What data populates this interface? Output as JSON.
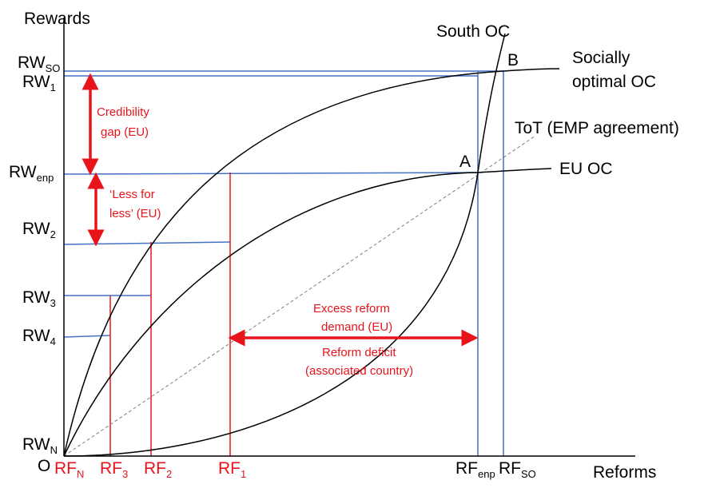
{
  "colors": {
    "axis": "#000000",
    "blue_guides": "#4472c4",
    "red_guides": "#e8141b",
    "curve": "#000000",
    "tot_line": "#7f7f7f"
  },
  "axes": {
    "y_label": "Rewards",
    "x_label": "Reforms",
    "origin": "O"
  },
  "y_ticks": {
    "rw_so": {
      "main": "RW",
      "sub": "SO"
    },
    "rw_1": {
      "main": "RW",
      "sub": "1"
    },
    "rw_enp": {
      "main": "RW",
      "sub": "enp"
    },
    "rw_2": {
      "main": "RW",
      "sub": "2"
    },
    "rw_3": {
      "main": "RW",
      "sub": "3"
    },
    "rw_4": {
      "main": "RW",
      "sub": "4"
    },
    "rw_n": {
      "main": "RW",
      "sub": "N"
    }
  },
  "x_ticks": {
    "rf_n": {
      "main": "RF",
      "sub": "N"
    },
    "rf_3": {
      "main": "RF",
      "sub": "3"
    },
    "rf_2": {
      "main": "RF",
      "sub": "2"
    },
    "rf_1": {
      "main": "RF",
      "sub": "1"
    },
    "rf_enp": {
      "main": "RF",
      "sub": "enp"
    },
    "rf_so": {
      "main": "RF",
      "sub": "SO"
    }
  },
  "curves": {
    "south_oc": "South OC",
    "socially_optimal_line1": "Socially",
    "socially_optimal_line2": "optimal OC",
    "tot": "ToT (EMP agreement)",
    "eu_oc": "EU OC"
  },
  "points": {
    "a": "A",
    "b": "B"
  },
  "annotations": {
    "credibility_gap_line1": "Credibility",
    "credibility_gap_line2": "gap (EU)",
    "less_for_less_line1": "‘Less for",
    "less_for_less_line2": "less’ (EU)",
    "excess_reform_line1": "Excess reform",
    "excess_reform_line2": "demand (EU)",
    "reform_deficit_line1": "Reform deficit",
    "reform_deficit_line2": "(associated country)"
  }
}
